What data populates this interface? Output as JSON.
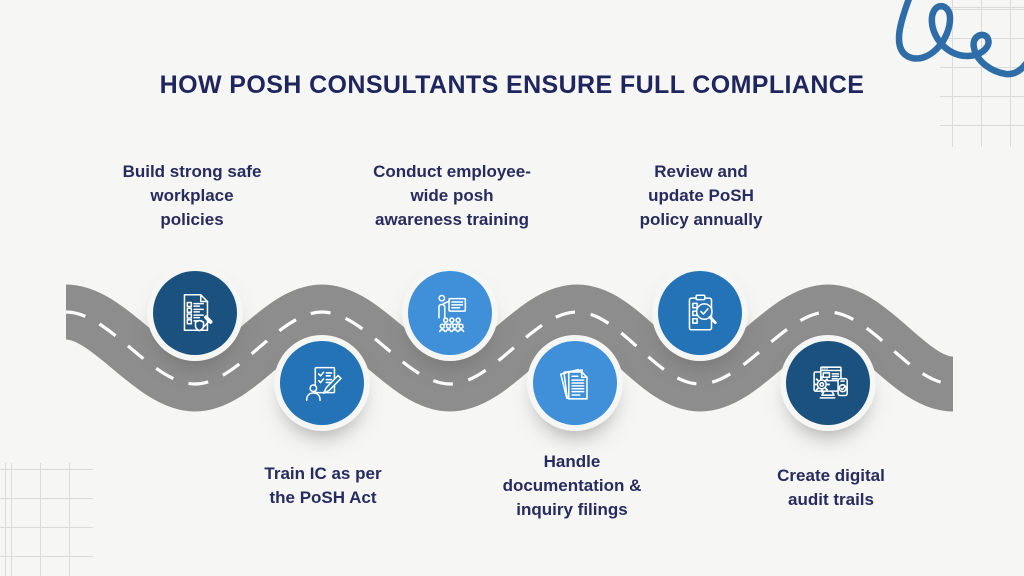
{
  "page": {
    "background_color": "#f6f6f4"
  },
  "header": {
    "title": "HOW POSH CONSULTANTS ENSURE FULL COMPLIANCE",
    "title_color": "#1f265e"
  },
  "road": {
    "asphalt_color": "#8d8d8d",
    "center_line_color": "#ffffff"
  },
  "steps": [
    {
      "order": 1,
      "position": "top",
      "label": "Build strong safe\nworkplace\npolicies",
      "icon": "document-checklist-gavel-icon",
      "circle_color": "#1a517e"
    },
    {
      "order": 2,
      "position": "bottom",
      "label": "Train IC as per\nthe PoSH Act",
      "icon": "trainer-checklist-pencil-icon",
      "circle_color": "#2373b6"
    },
    {
      "order": 3,
      "position": "top",
      "label": "Conduct employee-\nwide posh\nawareness training",
      "icon": "presenter-audience-icon",
      "circle_color": "#3f90d9"
    },
    {
      "order": 4,
      "position": "bottom",
      "label": "Handle\ndocumentation &\ninquiry filings",
      "icon": "documents-stack-icon",
      "circle_color": "#3f90d9"
    },
    {
      "order": 5,
      "position": "top",
      "label": "Review and\nupdate PoSH\npolicy annually",
      "icon": "clipboard-magnifier-check-icon",
      "circle_color": "#2373b6"
    },
    {
      "order": 6,
      "position": "bottom",
      "label": "Create digital\naudit trails",
      "icon": "monitor-gear-phone-icon",
      "circle_color": "#1a517e"
    }
  ],
  "decor": {
    "squiggle_color": "#2e6da8",
    "grid_color": "#d9d9d7",
    "label_text_color": "#272b5e"
  }
}
